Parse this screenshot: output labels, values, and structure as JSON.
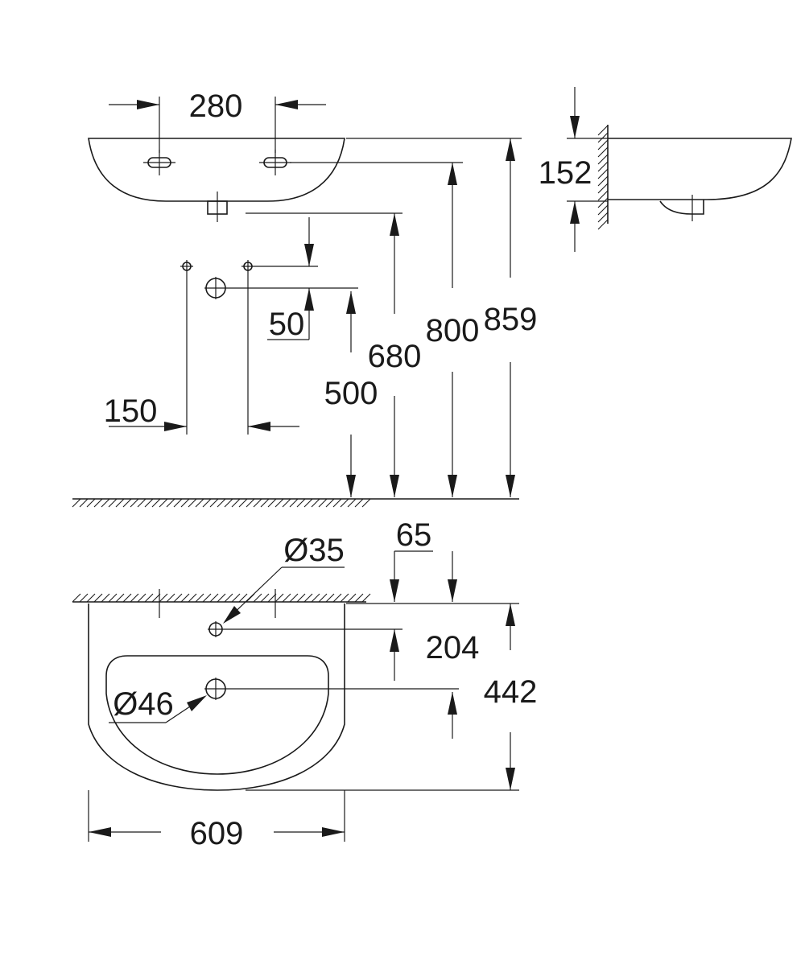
{
  "colors": {
    "line": "#1a1a1a",
    "background": "#ffffff"
  },
  "dimensions": {
    "fixing_spacing": "280",
    "side_height": "152",
    "overall_height": "859",
    "fixing_height": "800",
    "rim_height": "680",
    "supply_offset": "50",
    "waste_height": "500",
    "supply_spacing": "150",
    "tap_hole_offset": "65",
    "tap_hole_diameter": "Ø35",
    "tap_hole_depth": "204",
    "waste_diameter": "Ø46",
    "overall_depth": "442",
    "overall_width": "609"
  }
}
